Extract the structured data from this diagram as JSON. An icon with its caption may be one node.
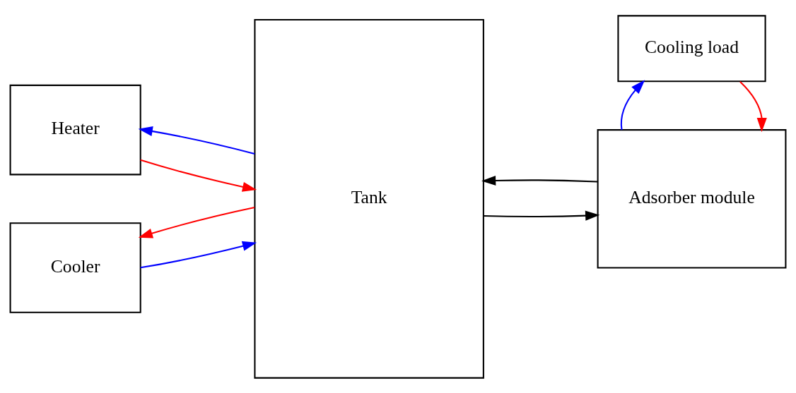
{
  "diagram": {
    "nodes": [
      {
        "text": [
          "Heater"
        ]
      },
      {
        "text": [
          "Cooler"
        ]
      },
      {
        "text": [
          "Tank"
        ]
      },
      {
        "text": [
          "Adsorber module"
        ]
      },
      {
        "text": [
          "Cooling load"
        ]
      }
    ],
    "edges": [
      {
        "from": 0,
        "to": 2,
        "arrow": "to",
        "color": "#ff0000"
      },
      {
        "from": 2,
        "to": 0,
        "arrow": "to",
        "color": "#0000ff"
      },
      {
        "from": 1,
        "to": 2,
        "arrow": "to",
        "color": "#0000ff"
      },
      {
        "from": 2,
        "to": 1,
        "arrow": "to",
        "color": "#ff0000"
      },
      {
        "from": 2,
        "to": 3,
        "arrow": "to",
        "color": "#000000"
      },
      {
        "from": 3,
        "to": 2,
        "arrow": "to",
        "color": "#000000"
      },
      {
        "from": 4,
        "to": 3,
        "arrow": "to",
        "color": "#ff0000"
      },
      {
        "from": 3,
        "to": 4,
        "arrow": "to",
        "color": "#0000ff"
      }
    ]
  }
}
